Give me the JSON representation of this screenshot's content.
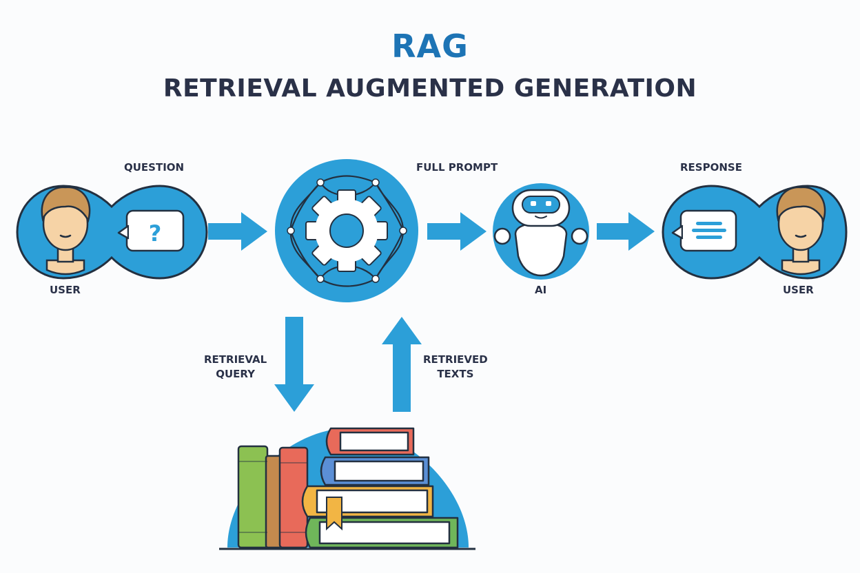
{
  "title": "RAG",
  "subtitle": "RETRIEVAL AUGMENTED GENERATION",
  "labels": {
    "question": "QUESTION",
    "full_prompt": "FULL PROMPT",
    "response": "RESPONSE",
    "user_left": "USER",
    "ai": "AI",
    "user_right": "USER",
    "retrieval_query_line1": "RETRIEVAL",
    "retrieval_query_line2": "QUERY",
    "retrieved_texts_line1": "RETRIEVED",
    "retrieved_texts_line2": "TEXTS"
  },
  "question_mark": "?",
  "colors": {
    "title_blue": "#1d74b5",
    "dark_text": "#2a3148",
    "circle_blue": "#2c9fd8",
    "arrow_blue": "#2c9fd8",
    "skin": "#f6d3a6",
    "hair": "#c99658"
  }
}
